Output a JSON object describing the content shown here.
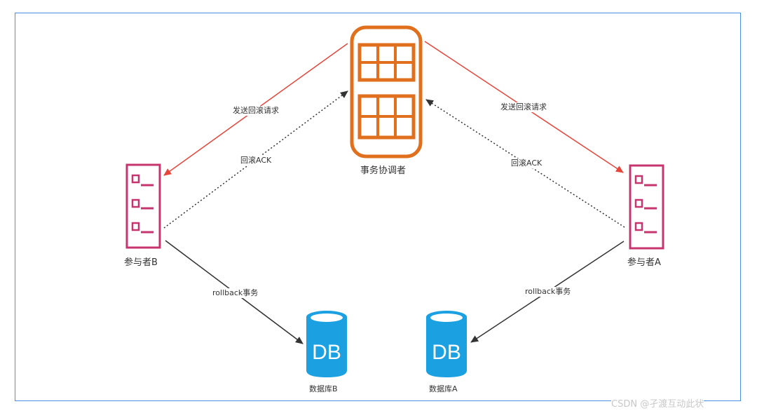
{
  "nodes": {
    "coordinator": "事务协调者",
    "participant_b": "参与者B",
    "participant_a": "参与者A",
    "database_b": "数据库B",
    "database_a": "数据库A",
    "db_icon_text": "DB"
  },
  "edges": {
    "send_rollback_b": "发送回滚请求",
    "send_rollback_a": "发送回滚请求",
    "ack_b": "回滚ACK",
    "ack_a": "回滚ACK",
    "rollback_tx_b": "rollback事务",
    "rollback_tx_a": "rollback事务"
  },
  "watermark": "CSDN @孑渡互动此状",
  "colors": {
    "coordinator": "#e0701e",
    "participant": "#c7356e",
    "database": "#1ba1e2",
    "request_arrow": "#e8463c",
    "ack_arrow": "#333333",
    "rollback_arrow": "#333333",
    "frame": "#4a90e2"
  }
}
